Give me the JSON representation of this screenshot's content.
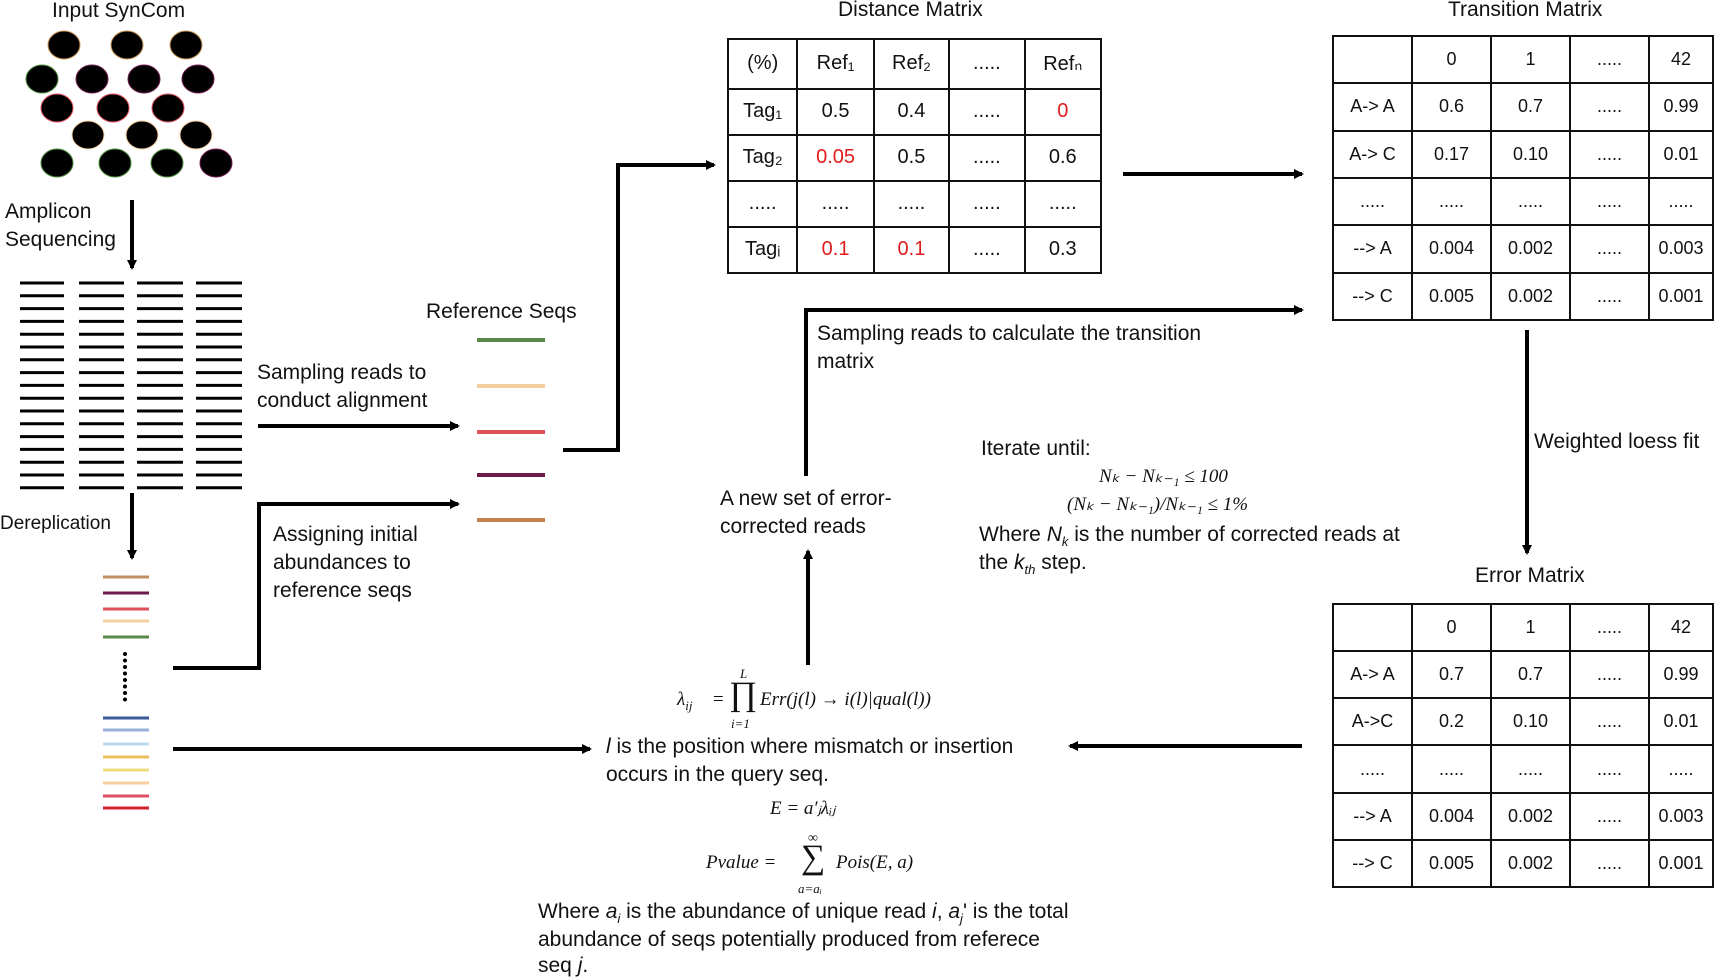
{
  "labels": {
    "input_syncom": "Input SynCom",
    "amplicon_1": "Amplicon",
    "amplicon_2": "Sequencing",
    "dereplication": "Dereplication",
    "reference_seqs": "Reference Seqs",
    "sampling_align_1": "Sampling reads to",
    "sampling_align_2": "conduct alignment",
    "assign_1": "Assigning initial",
    "assign_2": "abundances to",
    "assign_3": "reference seqs",
    "distance_title": "Distance Matrix",
    "transition_title": "Transition Matrix",
    "error_title": "Error Matrix",
    "sampling_trans_1": "Sampling reads to calculate the transition",
    "sampling_trans_2": "matrix",
    "weighted_loess": "Weighted loess fit",
    "new_set_1": "A new set of error-",
    "new_set_2": "corrected reads",
    "iterate": "Iterate until:",
    "where_nk_1_pre": "Where ",
    "where_nk_1_var": "N",
    "where_nk_1_sub": "k",
    "where_nk_1_post": " is the number of corrected reads at",
    "where_nk_2_pre": "the ",
    "where_nk_2_var": "k",
    "where_nk_2_sub": "th",
    "where_nk_2_post": " step.",
    "l_pos_1_var": "l",
    "l_pos_1_post": " is the position where mismatch or insertion",
    "l_pos_2": "occurs in the query seq.",
    "where_a_1_pre": "Where ",
    "where_a_1_var": "a",
    "where_a_1_sub": "i",
    "where_a_1_mid": " is the abundance of unique read ",
    "where_a_1_var2": "i",
    "where_a_1_mid2": ", ",
    "where_a_1_var3": "a",
    "where_a_1_sub3": "j",
    "where_a_1_post": "' is the total",
    "where_a_2": "abundance of seqs potentially produced from referece",
    "where_a_3_pre": "seq ",
    "where_a_3_var": "j",
    "where_a_3_post": "."
  },
  "equations": {
    "iter_1": "Nₖ − Nₖ₋₁ ≤ 100",
    "iter_2": "(Nₖ − Nₖ₋₁)/Nₖ₋₁ ≤ 1%",
    "lambda_lhs": "λ",
    "lambda_lhs_sub": "ij",
    "lambda_eq": "=",
    "lambda_prod_top": "L",
    "lambda_prod_sym": "∏",
    "lambda_prod_bot": "i=1",
    "lambda_rhs": "Err(j(l) → i(l)|qual(l))",
    "e_eq": "E = a′ⱼλᵢⱼ",
    "pvalue_lhs": "Pvalue =",
    "pvalue_sum_top": "∞",
    "pvalue_sum_sym": "∑",
    "pvalue_sum_bot": "a=aᵢ",
    "pvalue_rhs": "Pois(E, a)"
  },
  "distance_matrix": {
    "header": [
      "(%)",
      "Ref₁",
      "Ref₂",
      ".....",
      "Refₙ"
    ],
    "rows": [
      [
        "Tag₁",
        "0.5",
        "0.4",
        ".....",
        "0"
      ],
      [
        "Tag₂",
        "0.05",
        "0.5",
        ".....",
        "0.6"
      ],
      [
        ".....",
        ".....",
        ".....",
        ".....",
        "....."
      ],
      [
        "Tagᵢ",
        "0.1",
        "0.1",
        ".....",
        "0.3"
      ]
    ],
    "red_cells": [
      [
        0,
        4
      ],
      [
        1,
        1
      ],
      [
        3,
        1
      ],
      [
        3,
        2
      ]
    ]
  },
  "transition_matrix": {
    "header": [
      "",
      "0",
      "1",
      ".....",
      "42"
    ],
    "rows": [
      [
        "A-> A",
        "0.6",
        "0.7",
        ".....",
        "0.99"
      ],
      [
        "A-> C",
        "0.17",
        "0.10",
        ".....",
        "0.01"
      ],
      [
        ".....",
        ".....",
        ".....",
        ".....",
        "....."
      ],
      [
        "--> A",
        "0.004",
        "0.002",
        ".....",
        "0.003"
      ],
      [
        "--> C",
        "0.005",
        "0.002",
        ".....",
        "0.001"
      ]
    ]
  },
  "error_matrix": {
    "header": [
      "",
      "0",
      "1",
      ".....",
      "42"
    ],
    "rows": [
      [
        "A-> A",
        "0.7",
        "0.7",
        ".....",
        "0.99"
      ],
      [
        "A->C",
        "0.2",
        "0.10",
        ".....",
        "0.01"
      ],
      [
        ".....",
        ".....",
        ".....",
        ".....",
        "....."
      ],
      [
        "--> A",
        "0.004",
        "0.002",
        ".....",
        "0.003"
      ],
      [
        "--> C",
        "0.005",
        "0.002",
        ".....",
        "0.001"
      ]
    ]
  },
  "colors": {
    "circle_tan": "#c8955a",
    "circle_green": "#4a8a3a",
    "circle_purple": "#6b1a4a",
    "circle_red": "#e0505a",
    "circle_peach": "#f2cfa0",
    "ref_seq_colors": [
      "#5a8a4a",
      "#f3cfa0",
      "#e0505a",
      "#6b1a4a",
      "#c08050"
    ],
    "derep_top_colors": [
      "#c09060",
      "#6b1a4a",
      "#e0505a",
      "#f0d0a0",
      "#5a8a4a"
    ],
    "derep_bottom_colors": [
      "#3a5a9a",
      "#9ab0d8",
      "#b8d8f0",
      "#e8c060",
      "#f0dc80",
      "#f8d0a0",
      "#e05060",
      "#d02030"
    ],
    "accent_red": "#e01b1b"
  }
}
